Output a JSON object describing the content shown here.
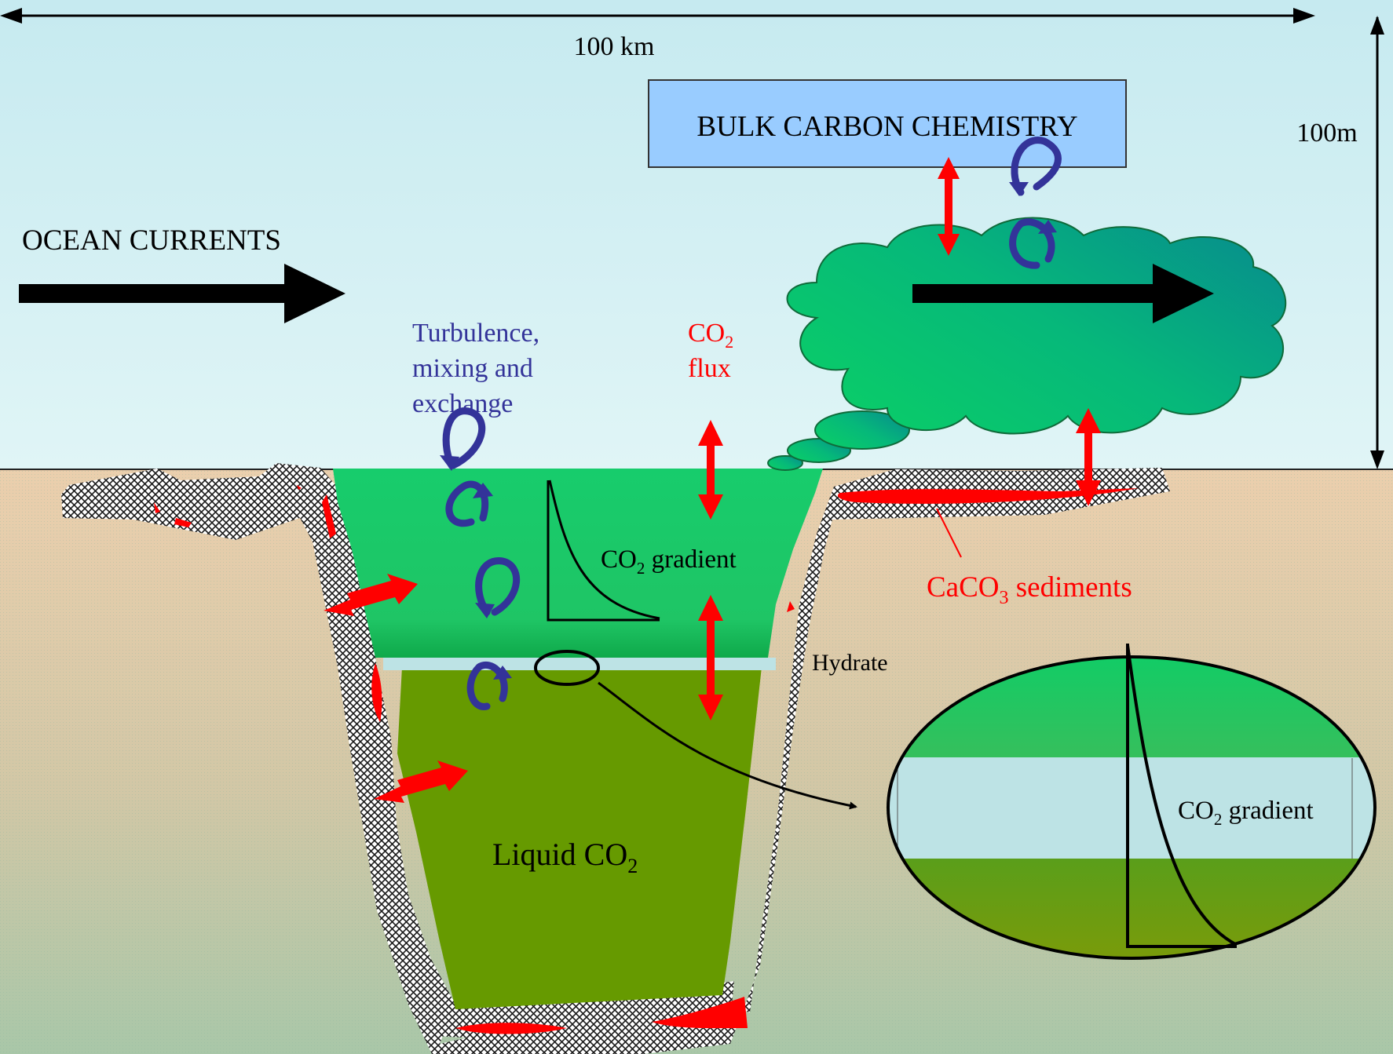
{
  "scale": {
    "horizontal": "100 km",
    "vertical": "100m"
  },
  "labels": {
    "ocean_currents": "OCEAN CURRENTS",
    "bulk_carbon_chemistry": "BULK CARBON CHEMISTRY",
    "turbulence_line1": "Turbulence,",
    "turbulence_line2": "mixing and",
    "turbulence_line3": "exchange",
    "co2_flux_co": "CO",
    "co2_flux_sub": "2",
    "co2_flux_line2": "flux",
    "co2_gradient_co": "CO",
    "co2_gradient_sub": "2",
    "co2_gradient_rest": " gradient",
    "caco3_pre": "CaCO",
    "caco3_sub": "3",
    "caco3_rest": " sediments",
    "hydrate": "Hydrate",
    "liquid_co2_pre": "Liquid CO",
    "liquid_co2_sub": "2",
    "inset_gradient_co": "CO",
    "inset_gradient_sub": "2",
    "inset_gradient_rest": " gradient"
  },
  "colors": {
    "sky_top": "#c9ecf1",
    "sky_bottom": "#dff4f6",
    "sediment_top": "#e9cfae",
    "sediment_bottom": "#b2c7a6",
    "seawater_green": "#1ecc6a",
    "liquid_co2": "#6a9a00",
    "hydrate_band": "#bde3e5",
    "flux_red": "#f00000",
    "turbulence_blue": "#333399",
    "bulk_box": "#99ccff",
    "plume_dark": "#059a8a"
  }
}
